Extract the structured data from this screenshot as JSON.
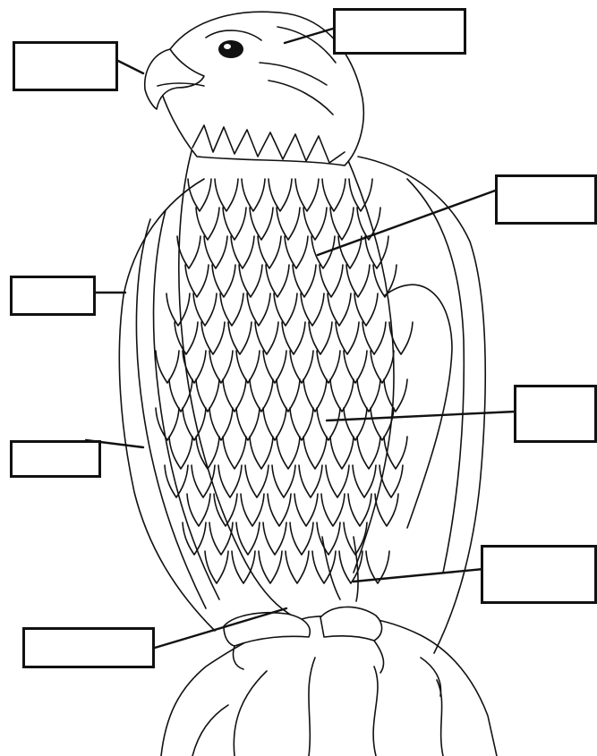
{
  "diagram": {
    "subject": "eagle-outline",
    "labels": [
      {
        "id": "beak",
        "text": ""
      },
      {
        "id": "head",
        "text": ""
      },
      {
        "id": "neck-feathers",
        "text": ""
      },
      {
        "id": "wing-top",
        "text": ""
      },
      {
        "id": "wing-lower",
        "text": ""
      },
      {
        "id": "breast",
        "text": ""
      },
      {
        "id": "leg",
        "text": ""
      },
      {
        "id": "talons",
        "text": ""
      }
    ]
  }
}
